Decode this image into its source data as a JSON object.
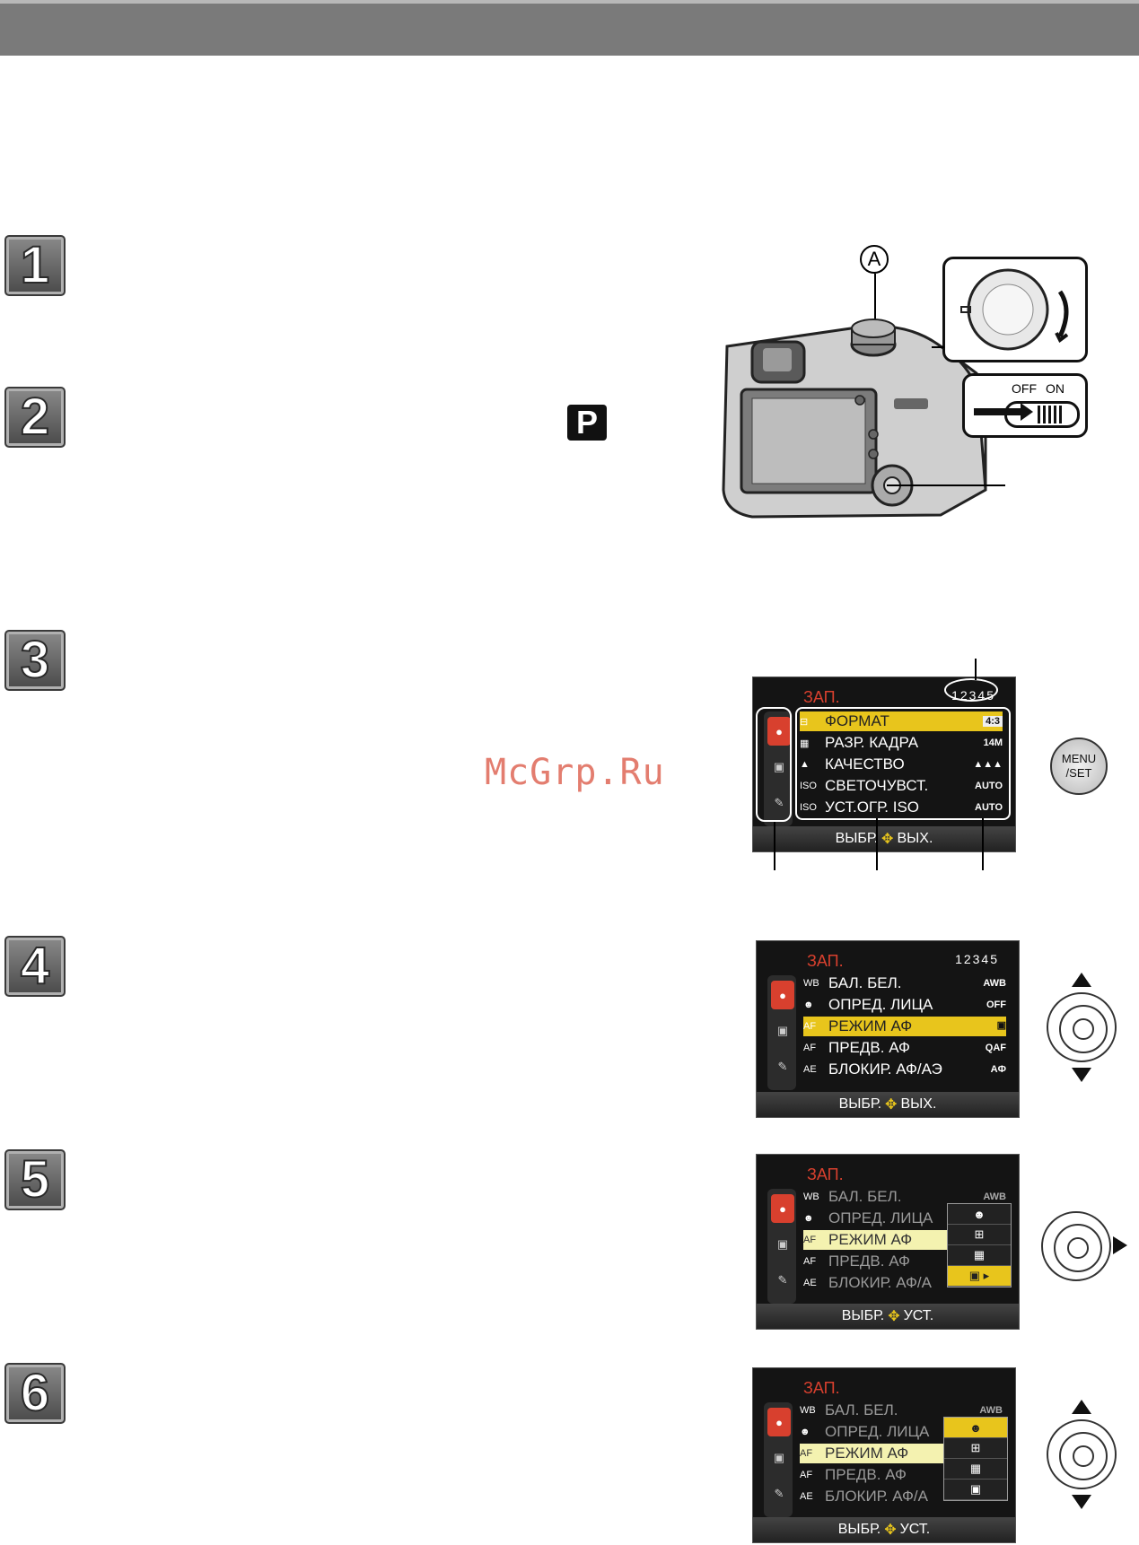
{
  "steps": [
    {
      "number": "1"
    },
    {
      "number": "2"
    },
    {
      "number": "3"
    },
    {
      "number": "4"
    },
    {
      "number": "5"
    },
    {
      "number": "6"
    }
  ],
  "mode_icon": "P",
  "watermark": "McGrp.Ru",
  "camera": {
    "callout": "A",
    "switch_off": "OFF",
    "switch_on": "ON"
  },
  "buttons": {
    "menu_line1": "MENU",
    "menu_line2": "/SET"
  },
  "screen3": {
    "title": "ЗАП.",
    "pages": "12345",
    "rows": [
      {
        "label": "ФОРМАТ",
        "value": "4:3"
      },
      {
        "label": "РАЗР. КАДРА",
        "value": "14M"
      },
      {
        "label": "КАЧЕСТВО",
        "value": "▲▲▲"
      },
      {
        "label": "СВЕТОЧУВСТ.",
        "value": "AUTO"
      },
      {
        "label": "УСТ.ОГР. ISO",
        "value": "AUTO"
      }
    ],
    "footer_left": "ВЫБР.",
    "footer_right": "ВЫХ."
  },
  "screen4": {
    "title": "ЗАП.",
    "pages": "12345",
    "rows": [
      {
        "label": "БАЛ. БЕЛ.",
        "value": "AWB"
      },
      {
        "label": "ОПРЕД. ЛИЦА",
        "value": "OFF"
      },
      {
        "label": "РЕЖИМ АФ",
        "value": "▣"
      },
      {
        "label": "ПРЕДВ. АФ",
        "value": "QAF"
      },
      {
        "label": "БЛОКИР. АФ/АЭ",
        "value": "AФ"
      }
    ],
    "footer_left": "ВЫБР.",
    "footer_right": "ВЫХ."
  },
  "screen5": {
    "title": "ЗАП.",
    "rows": [
      {
        "label": "БАЛ. БЕЛ.",
        "value": "AWB"
      },
      {
        "label": "ОПРЕД. ЛИЦА"
      },
      {
        "label": "РЕЖИМ АФ"
      },
      {
        "label": "ПРЕДВ. АФ"
      },
      {
        "label": "БЛОКИР. АФ/А"
      }
    ],
    "footer_left": "ВЫБР.",
    "footer_right": "УСТ."
  },
  "screen6": {
    "title": "ЗАП.",
    "rows": [
      {
        "label": "БАЛ. БЕЛ.",
        "value": "AWB"
      },
      {
        "label": "ОПРЕД. ЛИЦА"
      },
      {
        "label": "РЕЖИМ АФ"
      },
      {
        "label": "ПРЕДВ. АФ"
      },
      {
        "label": "БЛОКИР. АФ/А"
      }
    ],
    "footer_left": "ВЫБР.",
    "footer_right": "УСТ."
  },
  "icons": {
    "tab1": "camera-icon",
    "tab2": "motion-picture-icon",
    "tab3": "wrench-icon"
  }
}
